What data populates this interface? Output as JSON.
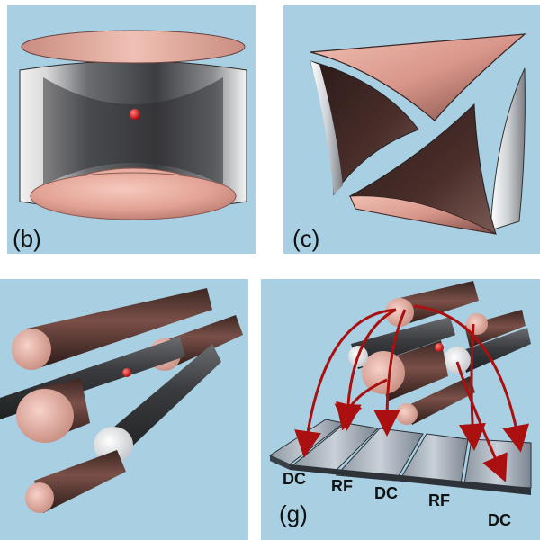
{
  "panels": [
    {
      "id": "b",
      "label": "(b)"
    },
    {
      "id": "c",
      "label": "(c)"
    },
    {
      "id": "f",
      "label": ""
    },
    {
      "id": "g",
      "label": "(g)"
    }
  ],
  "electrode_labels": [
    "DC",
    "RF",
    "DC",
    "RF",
    "DC"
  ],
  "colors": {
    "background": "#a9cfe2",
    "copper": "#d99a8e",
    "steel": "#4a4c50",
    "ion": "#cc1010",
    "arrow": "#aa1010"
  }
}
